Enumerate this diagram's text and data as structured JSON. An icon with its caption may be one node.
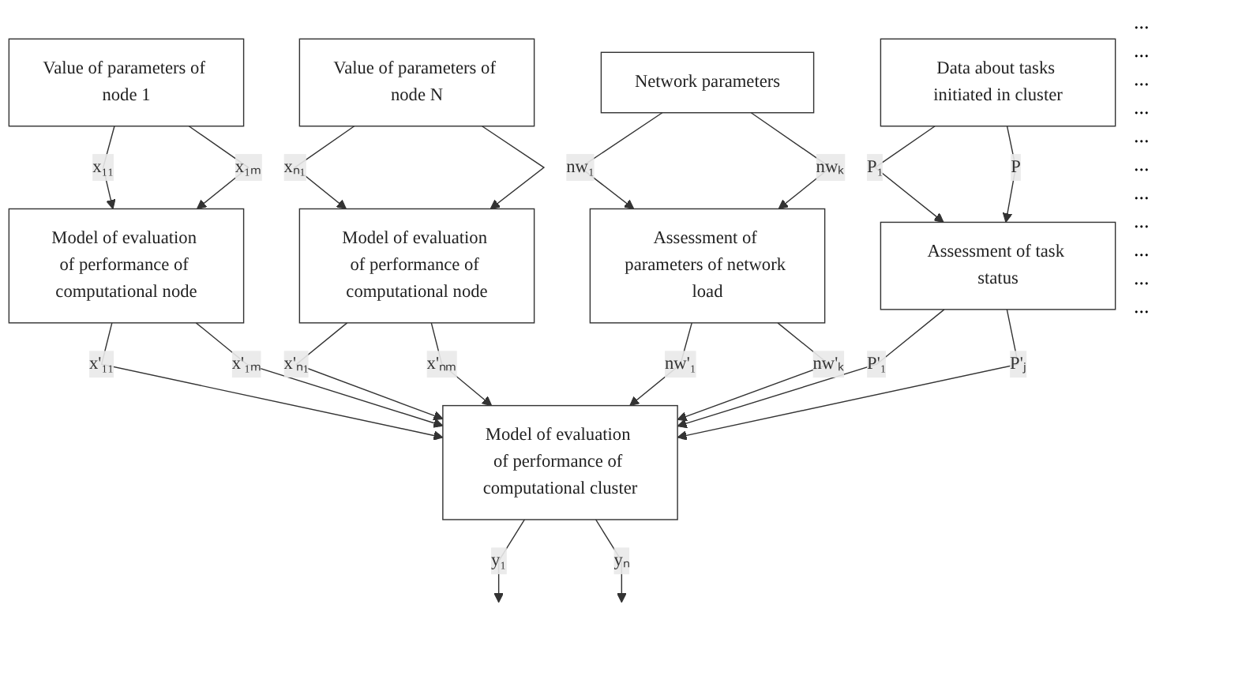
{
  "diagram": {
    "nodes": [
      {
        "text": [
          "Value of parameters of node 1"
        ]
      },
      {
        "text": [
          "Value of parameters of node N"
        ]
      },
      {
        "text": [
          "Network parameters"
        ]
      },
      {
        "text": [
          "Data about tasks initiated in cluster"
        ]
      },
      {
        "text": [
          "Model of evaluation of performance of computational node"
        ]
      },
      {
        "text": [
          "Model of evaluation of performance of computational node"
        ]
      },
      {
        "text": [
          "Assessment of parameters of network load"
        ]
      },
      {
        "text": [
          "Assessment of task status"
        ]
      },
      {
        "text": [
          "Model of evaluation of performance of computational cluster"
        ]
      }
    ],
    "edges": [
      {
        "from": 0,
        "to": 4,
        "arrow": "to",
        "label": "x₁₁"
      },
      {
        "from": 0,
        "to": 4,
        "arrow": "to",
        "label": "x₁ₘ"
      },
      {
        "from": 1,
        "to": 5,
        "arrow": "to",
        "label": "xₙ₁"
      },
      {
        "from": 1,
        "to": 5,
        "arrow": "to"
      },
      {
        "from": 2,
        "to": 6,
        "arrow": "to",
        "label": "nw₁"
      },
      {
        "from": 2,
        "to": 6,
        "arrow": "to",
        "label": "nwₖ"
      },
      {
        "from": 3,
        "to": 7,
        "arrow": "to",
        "label": "P₁"
      },
      {
        "from": 3,
        "to": 7,
        "arrow": "to",
        "label": "P"
      },
      {
        "from": 4,
        "to": 8,
        "arrow": "to",
        "label": "x'₁₁"
      },
      {
        "from": 4,
        "to": 8,
        "arrow": "to",
        "label": "x'₁ₘ"
      },
      {
        "from": 5,
        "to": 8,
        "arrow": "to",
        "label": "x'ₙ₁"
      },
      {
        "from": 5,
        "to": 8,
        "arrow": "to",
        "label": "x'ₙₘ"
      },
      {
        "from": 6,
        "to": 8,
        "arrow": "to",
        "label": "nw'₁"
      },
      {
        "from": 6,
        "to": 8,
        "arrow": "to",
        "label": "nw'ₖ"
      },
      {
        "from": 7,
        "to": 8,
        "arrow": "to",
        "label": "P'₁"
      },
      {
        "from": 7,
        "to": 8,
        "arrow": "to",
        "label": "P'ⱼ"
      },
      {
        "from": 8,
        "to": null,
        "arrow": "to",
        "label": "y₁"
      },
      {
        "from": 8,
        "to": null,
        "arrow": "to",
        "label": "yₙ"
      }
    ],
    "labels": [
      "...",
      "...",
      "...",
      "...",
      "...",
      "...",
      "...",
      "...",
      "...",
      "...",
      "..."
    ]
  }
}
